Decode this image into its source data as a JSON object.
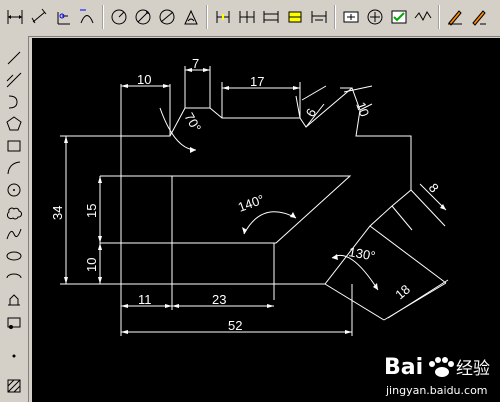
{
  "toolbar": {
    "top_icons": [
      "linear-dimension-icon",
      "aligned-dimension-icon",
      "ordinate-dimension-icon",
      "arc-dimension-icon",
      "radius-dimension-icon",
      "diameter-dimension-icon",
      "angular-dimension-icon",
      "quick-dimension-icon",
      "baseline-dimension-icon",
      "continue-dimension-icon",
      "dimension-space-icon",
      "dimension-break-icon",
      "tolerance-icon",
      "center-mark-icon",
      "inspection-icon",
      "jogged-linear-icon",
      "dimension-edit-icon",
      "dimension-text-edit-icon",
      "dimension-update-icon"
    ],
    "left_icons": [
      "line-icon",
      "construction-line-icon",
      "polyline-icon",
      "polygon-icon",
      "rectangle-icon",
      "arc-icon",
      "circle-icon",
      "revision-cloud-icon",
      "spline-icon",
      "ellipse-icon",
      "ellipse-arc-icon",
      "insert-block-icon",
      "make-block-icon",
      "point-icon",
      "hatch-icon"
    ]
  },
  "drawing": {
    "dims": {
      "d10_top": "10",
      "d7": "7",
      "d17": "17",
      "d6": "6",
      "d10_right": "10",
      "a70": "70°",
      "d34": "34",
      "d15": "15",
      "d10_left": "10",
      "a140": "140°",
      "d8": "8",
      "a130": "130°",
      "d18": "18",
      "d11": "11",
      "d23": "23",
      "d52": "52"
    }
  },
  "watermark": {
    "brand": "Bai",
    "brand2": "经验",
    "url": "jingyan.baidu.com"
  },
  "colors": {
    "canvas_bg": "#000000",
    "lines": "#ffffff",
    "toolbar_bg": "#d4d0c8"
  }
}
